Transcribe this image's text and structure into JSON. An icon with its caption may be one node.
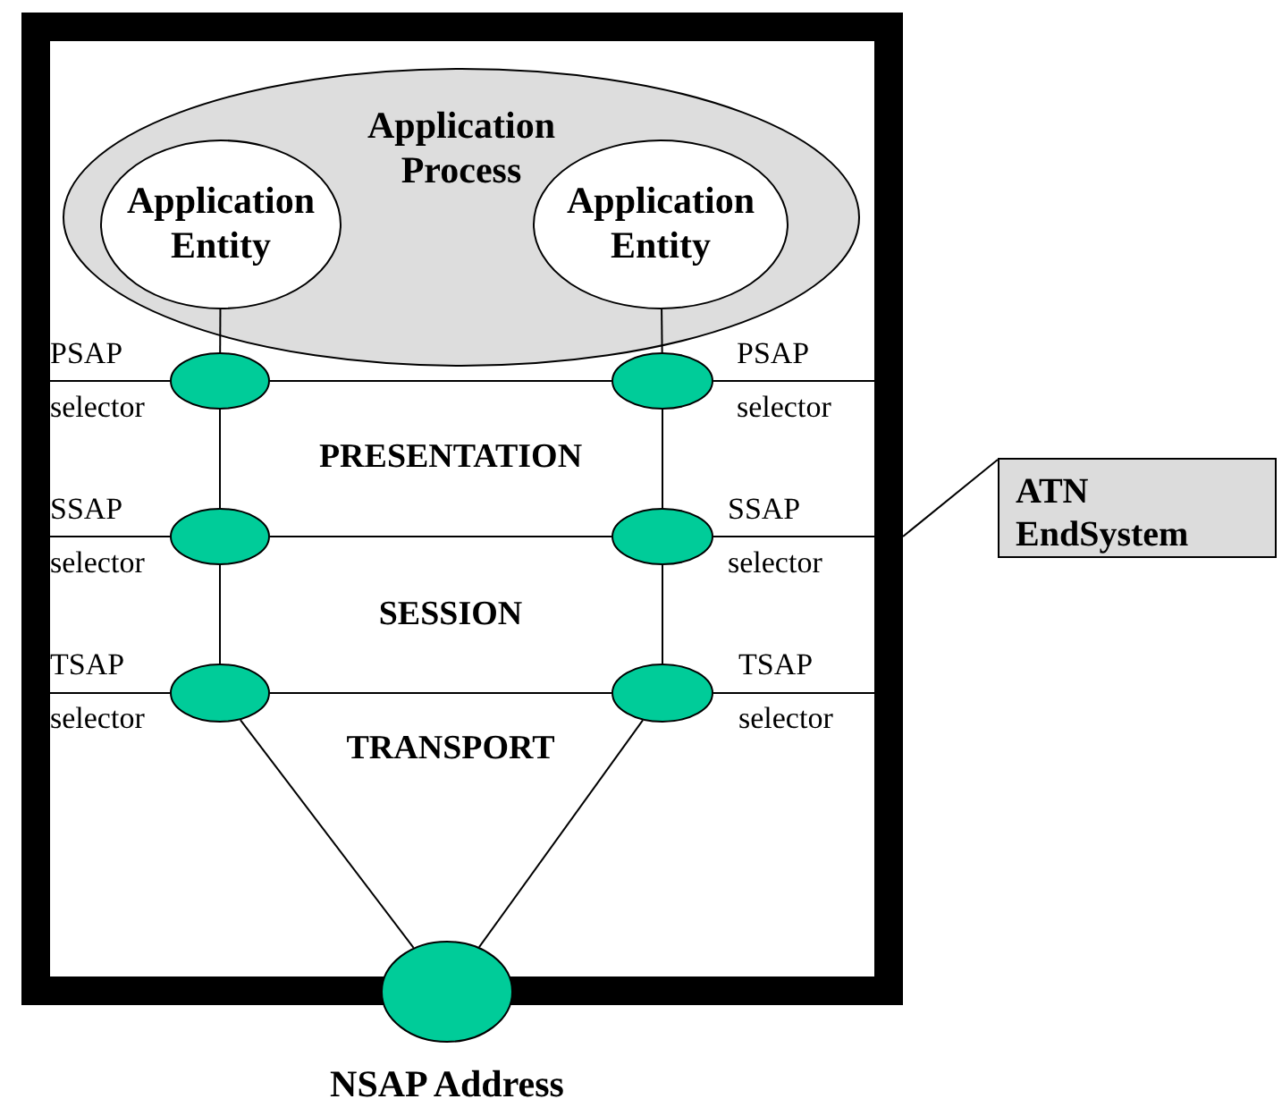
{
  "diagram": {
    "nodes": [
      {
        "text": [],
        "shape": "box"
      },
      {
        "text": [
          "Application Process"
        ],
        "in": 0
      },
      {
        "text": [
          "Application Entity"
        ],
        "in": 1
      },
      {
        "text": [
          "Application Entity"
        ],
        "in": 1
      },
      {
        "text": [],
        "shape": "ellipse",
        "in": 0,
        "beside": [
          "PSAP selector"
        ]
      },
      {
        "text": [],
        "shape": "ellipse",
        "in": 0,
        "beside": [
          "PSAP selector"
        ]
      },
      {
        "text": [],
        "shape": "ellipse",
        "in": 0,
        "beside": [
          "SSAP selector"
        ]
      },
      {
        "text": [],
        "shape": "ellipse",
        "in": 0,
        "beside": [
          "SSAP selector"
        ]
      },
      {
        "text": [],
        "shape": "ellipse",
        "in": 0,
        "beside": [
          "TSAP selector"
        ]
      },
      {
        "text": [],
        "shape": "ellipse",
        "in": 0,
        "beside": [
          "TSAP selector"
        ]
      },
      {
        "text": [],
        "shape": "ellipse",
        "beside": [
          "NSAP Address"
        ]
      },
      {
        "text": [
          "ATN EndSystem"
        ]
      }
    ],
    "edges": [
      {
        "from": 2,
        "to": 4,
        "arrow": "none"
      },
      {
        "from": 3,
        "to": 5,
        "arrow": "none"
      },
      {
        "from": 4,
        "to": 5,
        "arrow": "none"
      },
      {
        "from": 4,
        "to": 6,
        "arrow": "none"
      },
      {
        "from": 5,
        "to": 7,
        "arrow": "none"
      },
      {
        "from": 6,
        "to": 7,
        "arrow": "none"
      },
      {
        "from": 6,
        "to": 8,
        "arrow": "none"
      },
      {
        "from": 7,
        "to": 9,
        "arrow": "none"
      },
      {
        "from": 8,
        "to": 9,
        "arrow": "none"
      },
      {
        "from": 8,
        "to": 10,
        "arrow": "none"
      },
      {
        "from": 9,
        "to": 10,
        "arrow": "none"
      },
      {
        "from": 11,
        "to": 0,
        "arrow": "none"
      }
    ],
    "labels": [
      "PRESENTATION",
      "SESSION",
      "TRANSPORT"
    ]
  }
}
